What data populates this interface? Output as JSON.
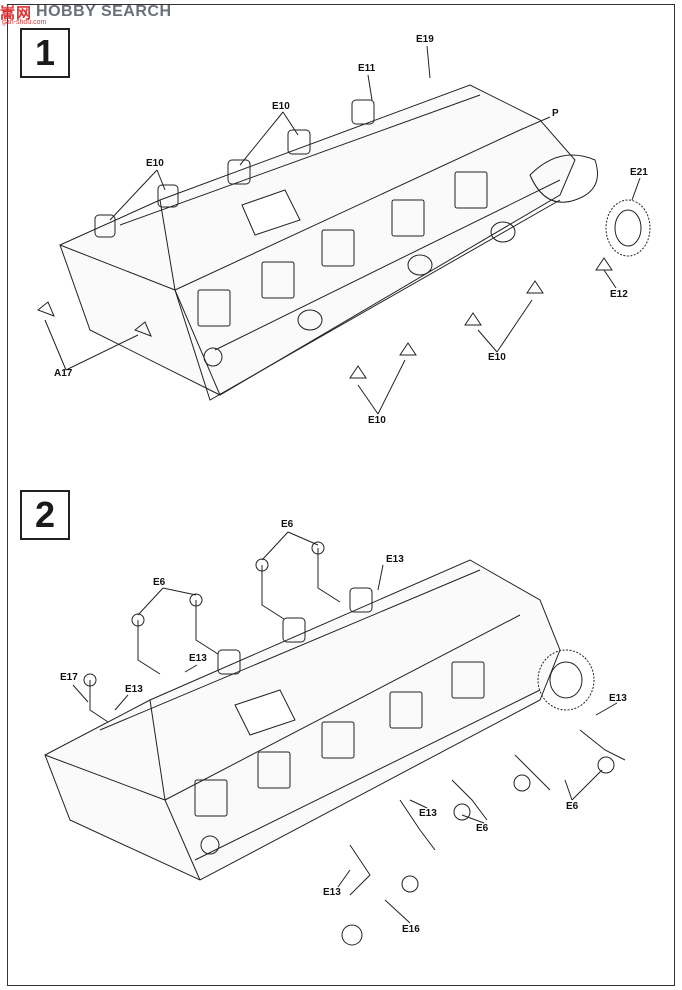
{
  "watermark": {
    "chinese": "嵩网",
    "brand": "HOBBY SEARCH",
    "url": "gan-shou.com"
  },
  "steps": [
    {
      "number": "1",
      "labels": {
        "e19": "E19",
        "e11": "E11",
        "e10a": "E10",
        "p": "P",
        "e10b": "E10",
        "e21": "E21",
        "e12": "E12",
        "a17": "A17",
        "e10c": "E10",
        "e10d": "E10"
      }
    },
    {
      "number": "2",
      "labels": {
        "e6a": "E6",
        "e13a": "E13",
        "e6b": "E6",
        "e13b": "E13",
        "e17": "E17",
        "e13c": "E13",
        "e13d": "E13",
        "e6c": "E6",
        "e13e": "E13",
        "e6d": "E6",
        "e13f": "E13",
        "e16": "E16"
      }
    }
  ]
}
